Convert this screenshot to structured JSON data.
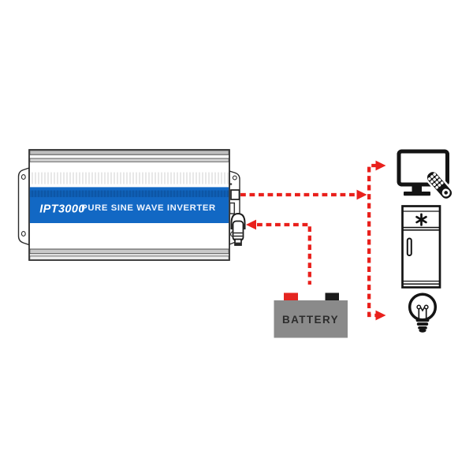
{
  "inverter": {
    "model": "IPT3000",
    "name": "PURE SINE WAVE INVERTER",
    "band_color": "#1268c4",
    "band_color_dark": "#0e5db1",
    "chassis_color": "#ffffff",
    "outline_color": "#1c1c1c",
    "ports": {
      "ac_output": "ac-output-port",
      "dc_input": "dc-input-plug"
    }
  },
  "battery": {
    "label": "BATTERY",
    "body_color": "#8a8a8a",
    "positive_terminal_color": "#e42520",
    "negative_terminal_color": "#1b1b1b"
  },
  "appliances": [
    {
      "id": "tv",
      "icon": "tv-with-remote-icon"
    },
    {
      "id": "refrigerator",
      "icon": "refrigerator-icon",
      "freezer_symbol": "✱"
    },
    {
      "id": "light-bulb",
      "icon": "light-bulb-icon"
    }
  ],
  "connections": {
    "color": "#e9201c",
    "style": "dashed",
    "links": [
      {
        "from": "inverter-ac-output",
        "to": "appliance-junction"
      },
      {
        "from": "appliance-junction",
        "to": "tv"
      },
      {
        "from": "appliance-junction",
        "to": "light-bulb"
      },
      {
        "from": "battery",
        "to": "inverter-dc-input"
      }
    ]
  }
}
